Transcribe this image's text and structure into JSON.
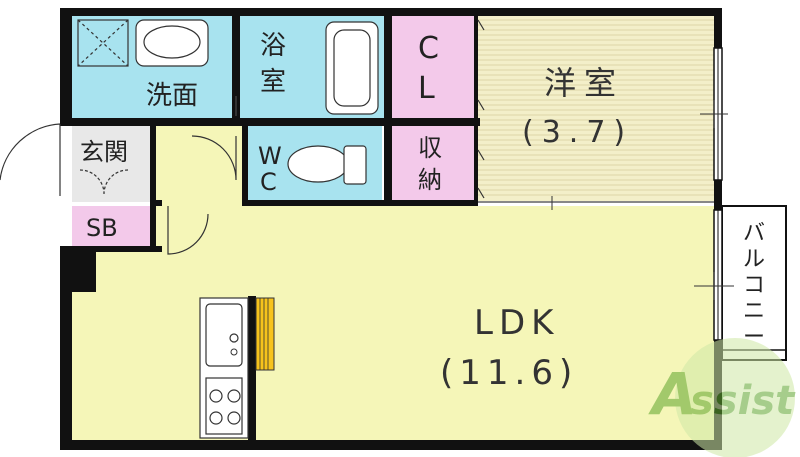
{
  "rooms": {
    "washroom": "洗面",
    "bath_top": "浴",
    "bath_bottom": "室",
    "closet_top": "C",
    "closet_bottom": "L",
    "western_title": "洋室",
    "western_size": "(3.7)",
    "entrance": "玄関",
    "wc_top": "W",
    "wc_bottom": "C",
    "storage_top": "収",
    "storage_bottom": "納",
    "shoe_box": "SB",
    "ldk_title": "LDK",
    "ldk_size": "(11.6)",
    "balcony": [
      "バ",
      "ル",
      "コ",
      "ニ",
      "ー"
    ]
  },
  "watermark": {
    "text_a": "A",
    "text_rest": "ssist"
  },
  "colors": {
    "wall": "#111111",
    "ldk_fill": "#f5f6b8",
    "western_fill": "#f3efc9",
    "wet_fill": "#a8e3ef",
    "storage_fill": "#f3c9ea",
    "floor_gray": "#e8e8e8",
    "watermark_green": "#8ec63f"
  }
}
